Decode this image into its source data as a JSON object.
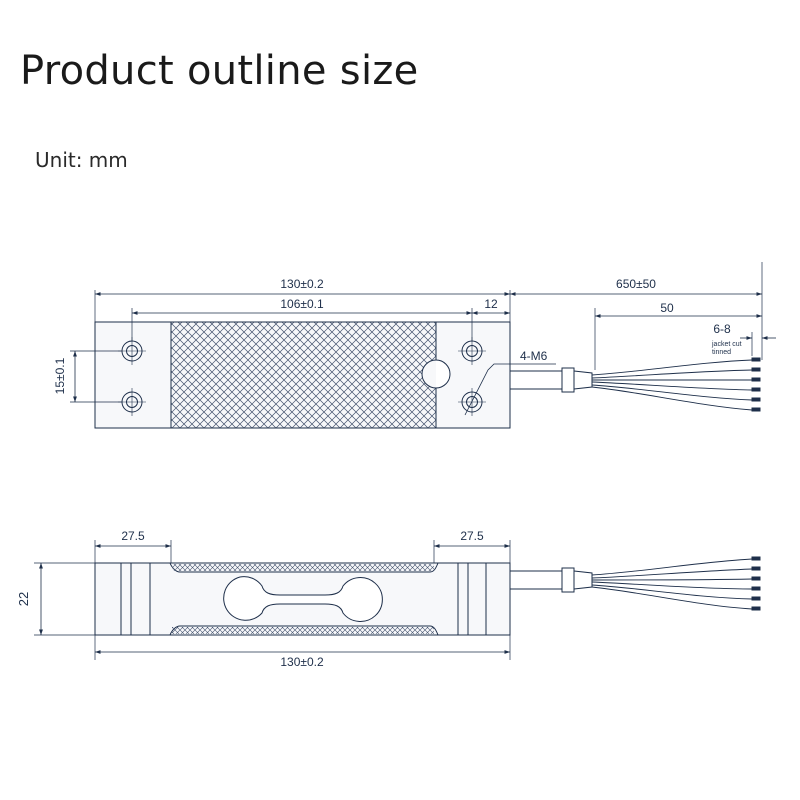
{
  "header": {
    "title": "Product outline size",
    "unit": "Unit: mm"
  },
  "top_view": {
    "overall_length": "130±0.2",
    "hole_spacing": "106±0.1",
    "end_offset": "12",
    "cable_length": "650±50",
    "jacket_length": "50",
    "strip_length": "6-8",
    "strip_note_1": "jacket cut",
    "strip_note_2": "tinned",
    "hole_pitch": "15±0.1",
    "thread_callout": "4-M6"
  },
  "side_view": {
    "left_end": "27.5",
    "right_end": "27.5",
    "height": "22",
    "overall_length": "130±0.2"
  },
  "colors": {
    "line": "#1e2f4a",
    "body_fill": "#f7f8fa",
    "hatch": "#44536e"
  }
}
